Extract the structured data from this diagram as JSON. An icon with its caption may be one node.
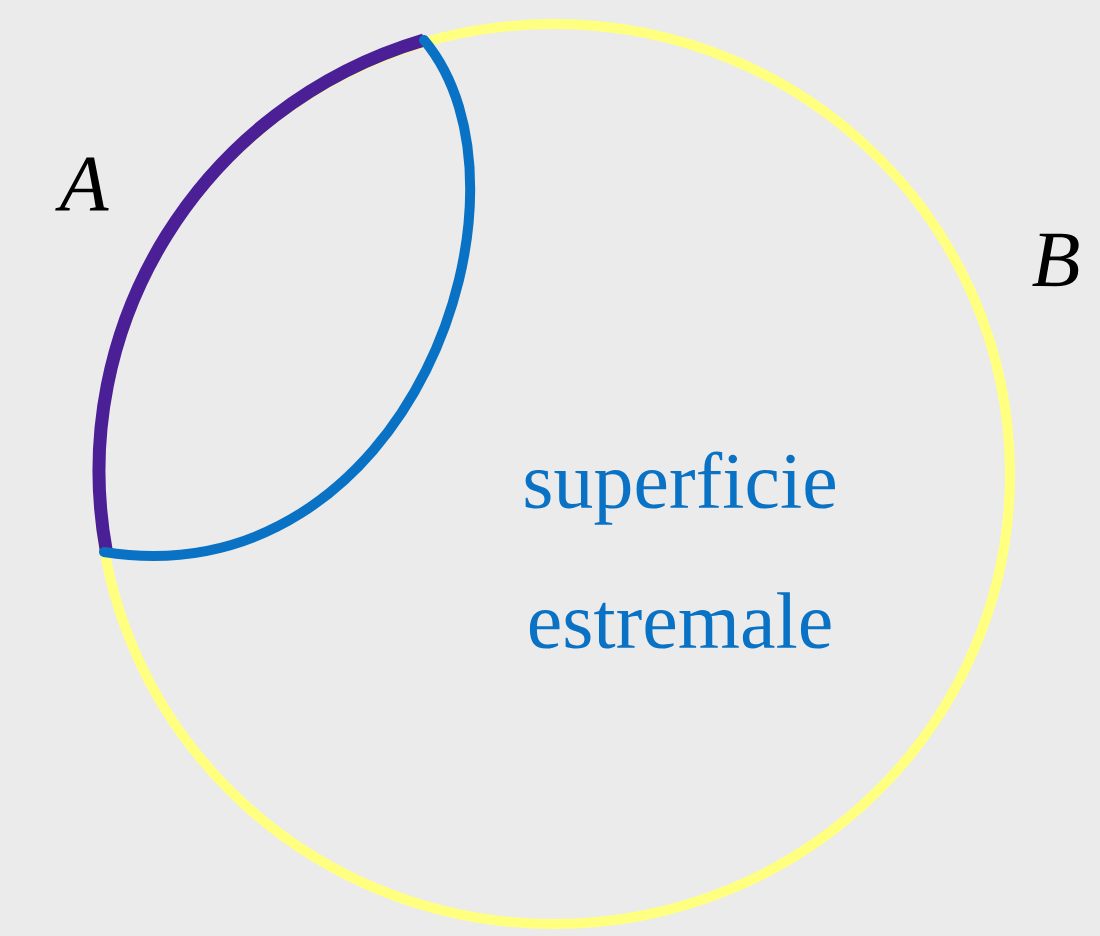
{
  "diagram": {
    "labels": [
      "A",
      "B",
      "superficie estremale"
    ]
  }
}
